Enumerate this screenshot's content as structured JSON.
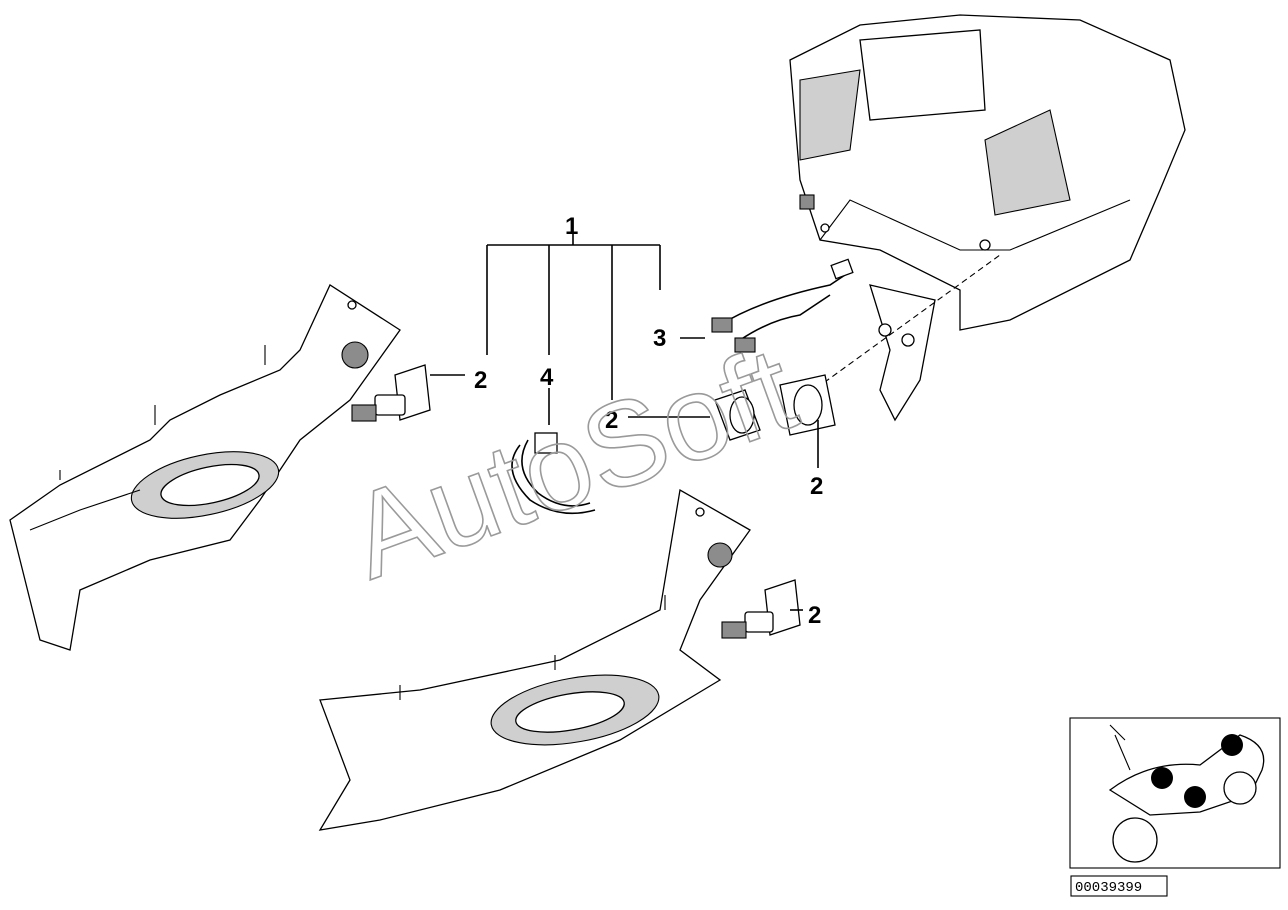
{
  "callouts": {
    "one": "1",
    "two_a": "2",
    "two_b": "2",
    "two_c": "2",
    "two_d": "2",
    "three": "3",
    "four": "4"
  },
  "watermark": "AutoSoft",
  "diagram_code": "00039399",
  "colors": {
    "ink": "#000000",
    "watermark": "#9a9a9a",
    "marker": "#000000",
    "shade": "#cfcfcf"
  }
}
